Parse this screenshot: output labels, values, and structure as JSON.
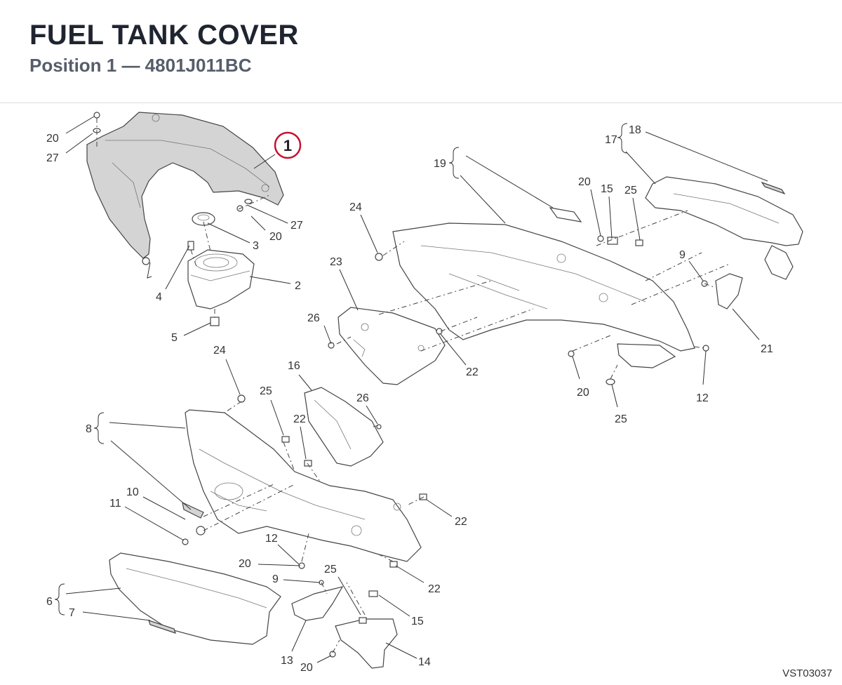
{
  "header": {
    "title": "FUEL TANK COVER",
    "subtitle": "Position 1 — 4801J011BC"
  },
  "reference_code": "VST03037",
  "highlight": {
    "position": "1",
    "color": "#c8102e"
  },
  "labels": {
    "l20a": "20",
    "l27a": "27",
    "l27b": "27",
    "l20b": "20",
    "l3": "3",
    "l4": "4",
    "l2": "2",
    "l5": "5",
    "l24a": "24",
    "l23": "23",
    "l26a": "26",
    "l22a": "22",
    "l19": "19",
    "l20c": "20",
    "l15a": "15",
    "l25a": "25",
    "l17": "17",
    "l18": "18",
    "l9a": "9",
    "l21": "21",
    "l20d": "20",
    "l25b": "25",
    "l12a": "12",
    "l24b": "24",
    "l16": "16",
    "l25c": "25",
    "l22b": "22",
    "l26b": "26",
    "l8": "8",
    "l10": "10",
    "l11": "11",
    "l22c": "22",
    "l12b": "12",
    "l20e": "20",
    "l9b": "9",
    "l25d": "25",
    "l22d": "22",
    "l6": "6",
    "l7": "7",
    "l15b": "15",
    "l13": "13",
    "l20f": "20",
    "l14": "14"
  }
}
